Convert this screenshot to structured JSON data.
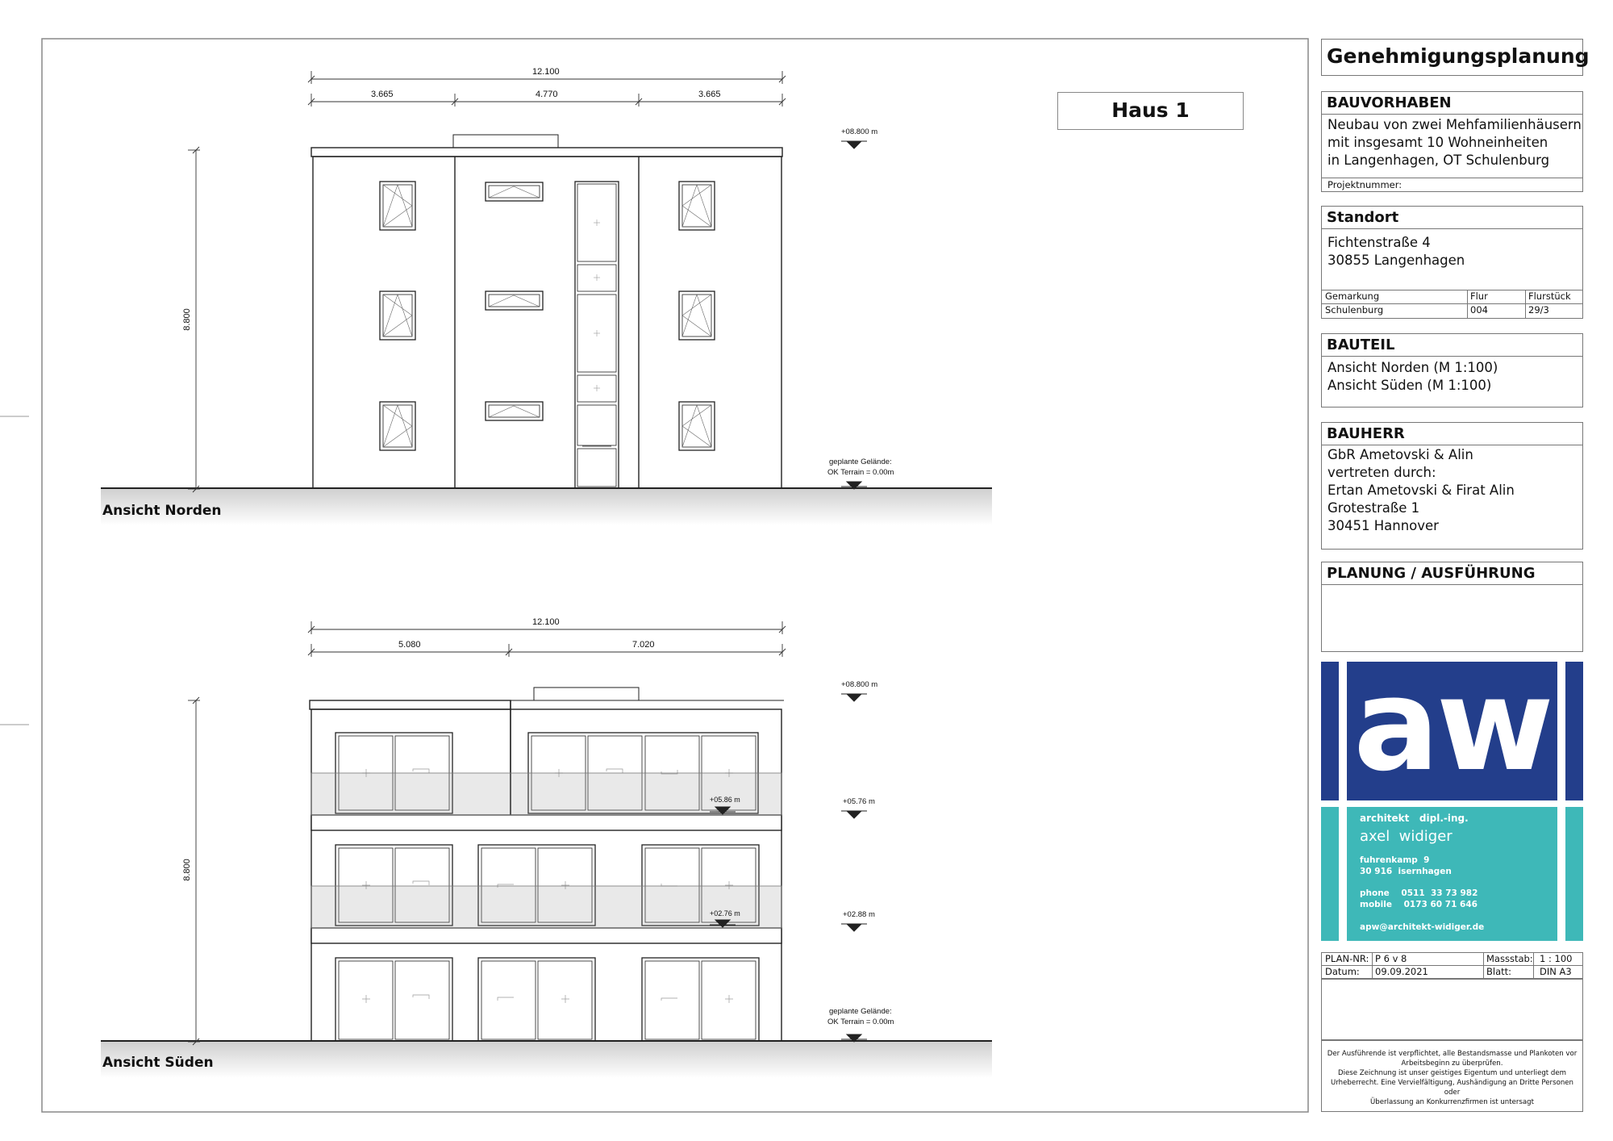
{
  "title_block": {
    "heading": "Genehmigungsplanung",
    "bauvorhaben": {
      "label": "BAUVORHABEN",
      "lines": [
        "Neubau von zwei Mehfamilienhäusern",
        "mit insgesamt 10 Wohneinheiten",
        "in Langenhagen, OT Schulenburg"
      ],
      "projektnummer_label": "Projektnummer:"
    },
    "standort": {
      "label": "Standort",
      "lines": [
        "Fichtenstraße 4",
        "30855 Langenhagen"
      ],
      "gemarkung_label": "Gemarkung",
      "flur_label": "Flur",
      "flurstueck_label": "Flurstück",
      "gemarkung": "Schulenburg",
      "flur": "004",
      "flurstueck": "29/3"
    },
    "bauteil": {
      "label": "BAUTEIL",
      "lines": [
        "Ansicht Norden (M 1:100)",
        "Ansicht Süden (M 1:100)"
      ]
    },
    "bauherr": {
      "label": "BAUHERR",
      "lines": [
        "GbR Ametovski & Alin",
        "vertreten durch:",
        "Ertan Ametovski & Firat Alin",
        "Grotestraße 1",
        "30451 Hannover"
      ]
    },
    "planung": {
      "label": "PLANUNG / AUSFÜHRUNG"
    },
    "logo": {
      "mark": "aw",
      "line1": "architekt   dipl.-ing.",
      "name": "axel  widiger",
      "addr1": "fuhrenkamp  9",
      "addr2": "30 916  isernhagen",
      "phone": "phone    0511  33 73 982",
      "mobile": "mobile    0173 60 71 646",
      "email": "apw@architekt-widiger.de",
      "color_blue": "#233e8b",
      "color_teal": "#3eb8b8"
    },
    "plan_table": {
      "plan_nr_label": "PLAN-NR:",
      "plan_nr": "P 6 v 8",
      "massstab_label": "Massstab:",
      "massstab": "1 : 100",
      "datum_label": "Datum:",
      "datum": "09.09.2021",
      "blatt_label": "Blatt:",
      "blatt": "DIN A3"
    },
    "disclaimer": [
      "Der Ausführende ist verpflichtet, alle Bestandsmasse und Plankoten vor",
      "Arbeitsbeginn zu überprüfen.",
      "Diese Zeichnung ist unser geistiges Eigentum und unterliegt dem",
      "Urheberrecht. Eine Vervielfältigung, Aushändigung an Dritte Personen oder",
      "Überlassung an Konkurrenzfirmen ist untersagt"
    ]
  },
  "haus_label": "Haus 1",
  "north": {
    "caption": "Ansicht Norden",
    "dim_total": "12.100",
    "dim_parts": [
      "3.665",
      "4.770",
      "3.665"
    ],
    "height_dim": "8.800",
    "level_top": "+08.800 m",
    "terrain_line1": "geplante Gelände:",
    "terrain_line2": "OK Terrain = 0.00m"
  },
  "south": {
    "caption": "Ansicht Süden",
    "dim_total": "12.100",
    "dim_parts": [
      "5.080",
      "7.020"
    ],
    "height_dim": "8.800",
    "level_top": "+08.800 m",
    "level_2": "+05.76 m",
    "level_2_inner": "+05.86 m",
    "level_1": "+02.88 m",
    "level_1_inner": "+02.76 m",
    "terrain_line1": "geplante Gelände:",
    "terrain_line2": "OK Terrain = 0.00m"
  }
}
